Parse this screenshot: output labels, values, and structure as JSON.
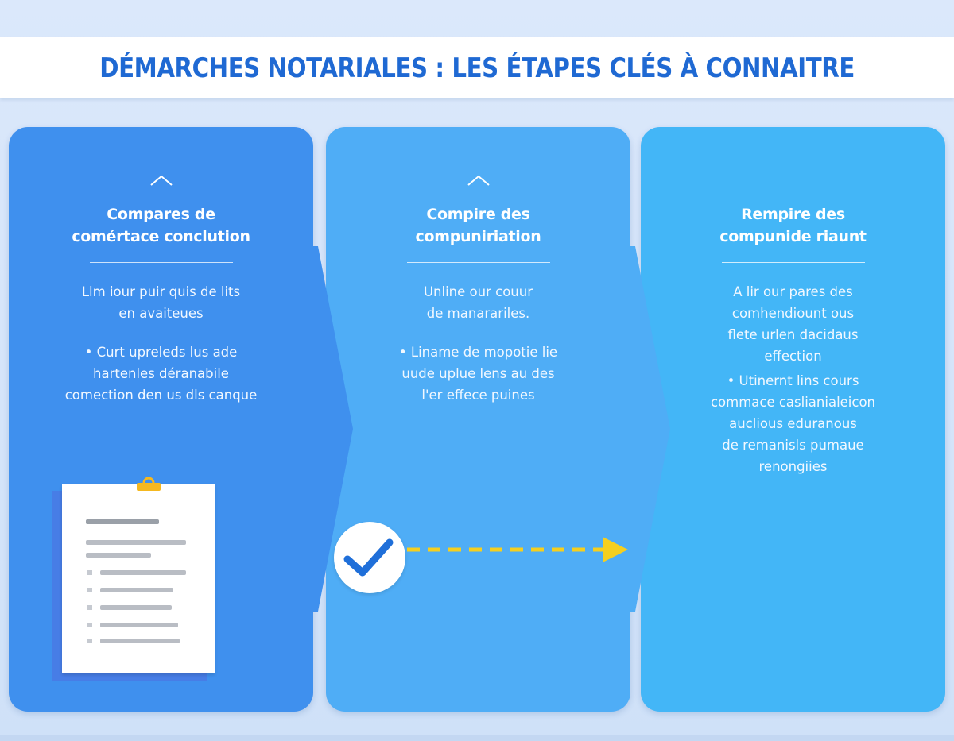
{
  "header": {
    "title": "DÉMARCHES NOTARIALES : LES ÉTAPES CLÉS À CONNAITRE"
  },
  "steps": [
    {
      "heading": [
        "Compares de",
        "comértace conclution"
      ],
      "paragraphs": [
        [
          "Llm iour puir quis de lits",
          "en avaiteues"
        ],
        [
          "• Curt upreleds lus ade",
          "hartenles déranabile",
          "comection den us dls canque"
        ]
      ],
      "color": "#3f90ee"
    },
    {
      "heading": [
        "Compire des",
        "compuniriation"
      ],
      "paragraphs": [
        [
          "Unline our couur",
          "de manarariles."
        ],
        [
          "• Liname de mopotie lie",
          "uude uplue lens au des",
          "l'er effece puines"
        ]
      ],
      "color": "#4fadf6"
    },
    {
      "heading": [
        "Rempire des",
        "compunide riaunt"
      ],
      "paragraphs": [
        [
          "A lir our pares des",
          "comhendiount ous",
          "flete urlen dacidaus",
          "effection"
        ],
        [
          "• Utinernt lins cours",
          "commace caslianialeicon",
          "auclious eduranous",
          "de remanisls pumaue",
          "renongiies"
        ]
      ],
      "color": "#43b6f7"
    }
  ],
  "icons": {
    "step_caret": "chevron-up-icon",
    "document": "clipboard-document-icon",
    "check": "checkmark-icon",
    "progress_arrow": "dashed-arrow-right-icon"
  },
  "colors": {
    "title": "#1f69d3",
    "check": "#1f6fd9",
    "arrow": "#f5cf1f"
  }
}
